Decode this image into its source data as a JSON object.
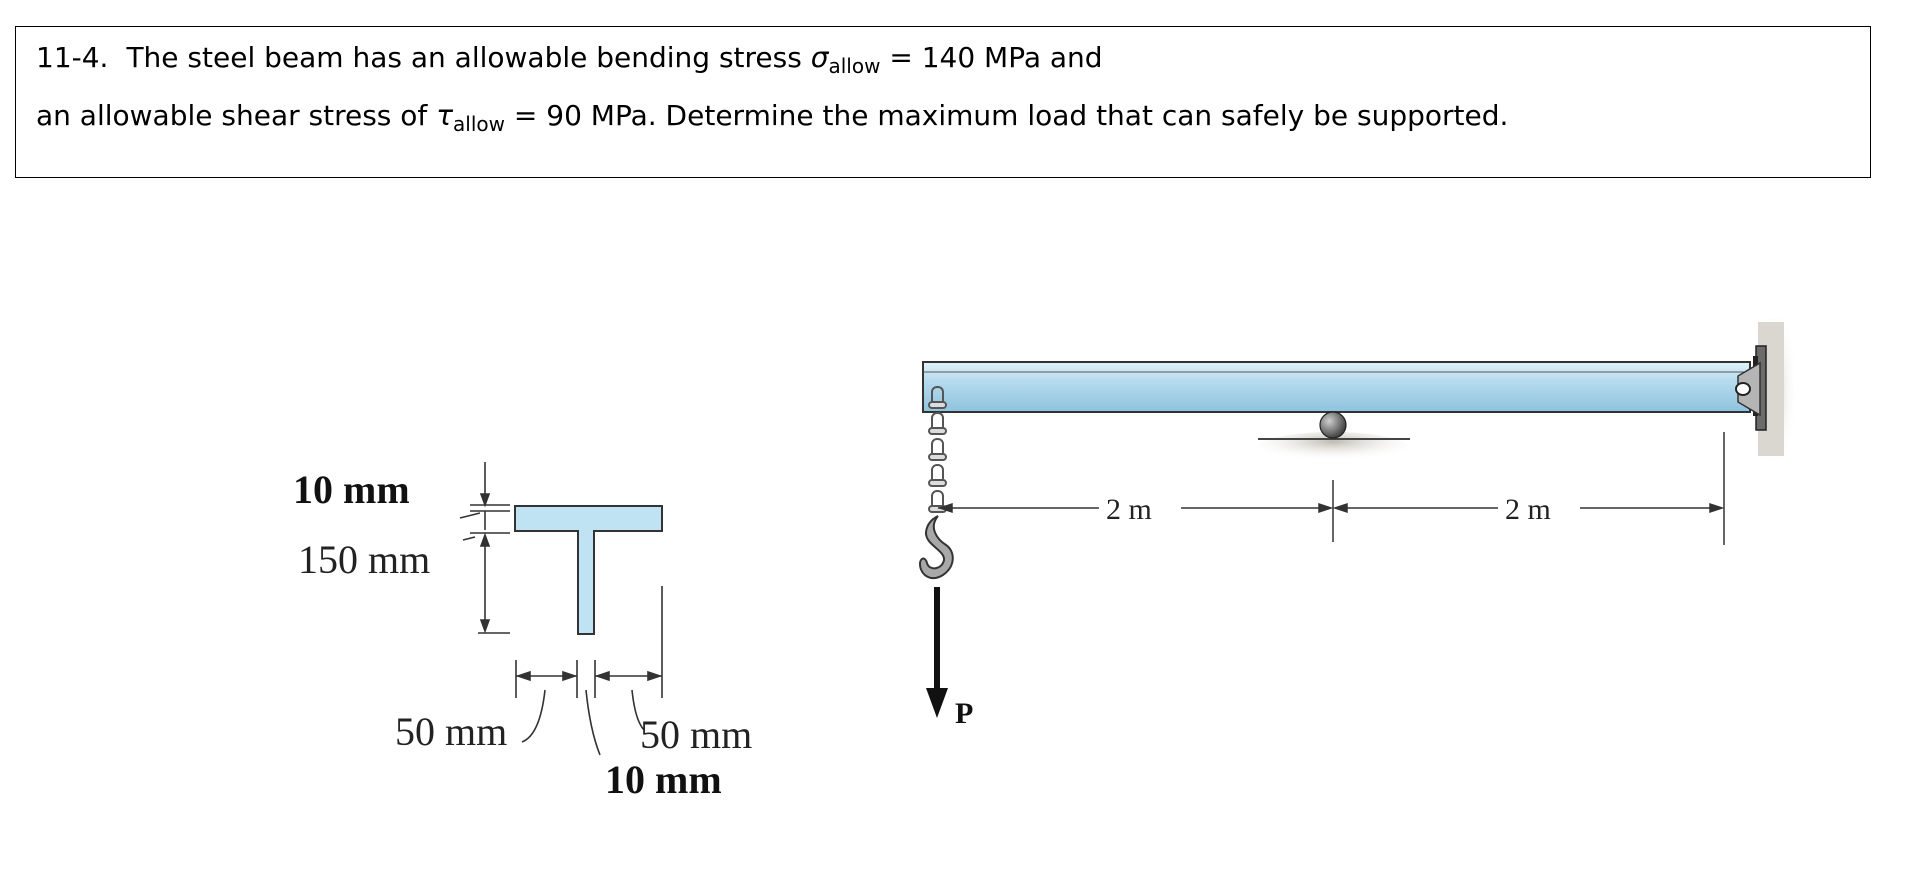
{
  "problem": {
    "number": "11-4.",
    "line1_pre": "The steel beam has an allowable bending stress ",
    "sigma_symbol": "σ",
    "sigma_sub": "allow",
    "line1_post": " = 140 MPa and",
    "line2_pre": "an allowable shear stress of ",
    "tau_symbol": "τ",
    "tau_sub": "allow",
    "line2_post": " = 90 MPa.  Determine the maximum load that can safely be supported."
  },
  "cross_section": {
    "flange_thickness_label": "10 mm",
    "web_depth_label": "150 mm",
    "left_overhang_label": "50 mm",
    "right_overhang_label": "50 mm",
    "web_thickness_label": "10 mm"
  },
  "beam": {
    "span_left_label": "2 m",
    "span_right_label": "2 m",
    "load_label": "P"
  },
  "colors": {
    "beam_fill": "#a9d4ea",
    "beam_highlight": "#d8ecf6",
    "section_fill": "#bfe3f3",
    "support_shadow": "#c9c6bb",
    "wall": "#d9d7cf"
  }
}
